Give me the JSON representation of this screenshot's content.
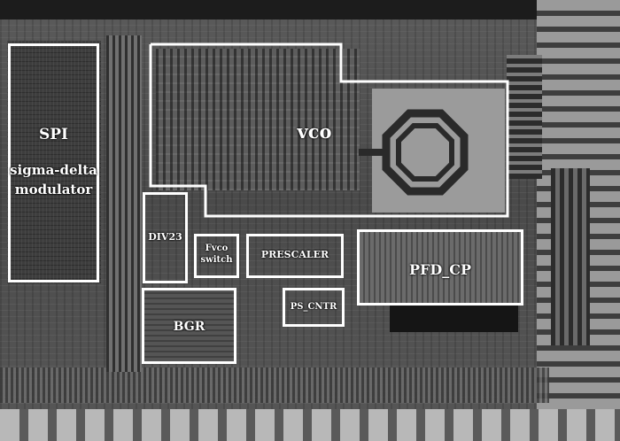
{
  "blocks": {
    "spi": {
      "line1": "SPI",
      "line2": "sigma-delta",
      "line3": "modulator"
    },
    "vco": {
      "label": "vco"
    },
    "div23": {
      "label": "DIV23"
    },
    "fvco": {
      "line1": "Fvco",
      "line2": "switch"
    },
    "prescaler": {
      "label": "PRESCALER"
    },
    "pfd_cp": {
      "label": "PFD_CP"
    },
    "ps_cntr": {
      "label": "PS_CNTR"
    },
    "bgr": {
      "label": "BGR"
    }
  },
  "colors": {
    "outline": "#ffffff",
    "label": "#ffffff"
  }
}
